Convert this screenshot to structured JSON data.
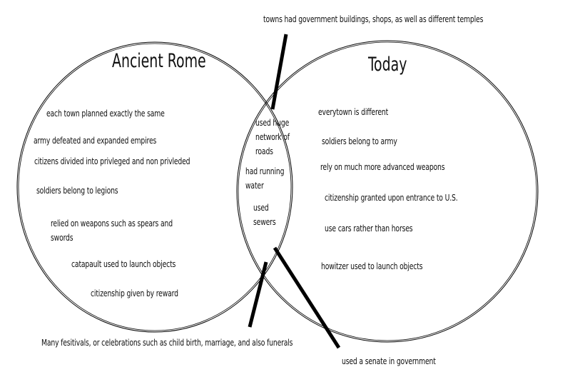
{
  "left_title": "Ancient Rome",
  "right_title": "Today",
  "left_items": [
    "each town planned exactly the same",
    "army defeated and expanded empires",
    "citizens divided into privleged and non privleded",
    "soldiers belong to legions",
    "relied on weapons such as spears and swords",
    "catapault used to launch objects",
    "citizenship given by reward"
  ],
  "shared_items": [
    "used huge network of roads",
    "had running water",
    "used sewers"
  ],
  "right_items": [
    "everytown is different",
    "soldiers belong to army",
    "rely on much more advanced weapons",
    "citizenship granted upon entrance to U.S.",
    "use cars rather than horses",
    "howitzer used to launch objects"
  ],
  "callouts": {
    "top": "towns had government buildings, shops, as well as different temples",
    "bottom_left": "Many fesitivals, or celebrations such as child birth, marriage, and also funerals",
    "bottom_right": "used a senate in government"
  }
}
